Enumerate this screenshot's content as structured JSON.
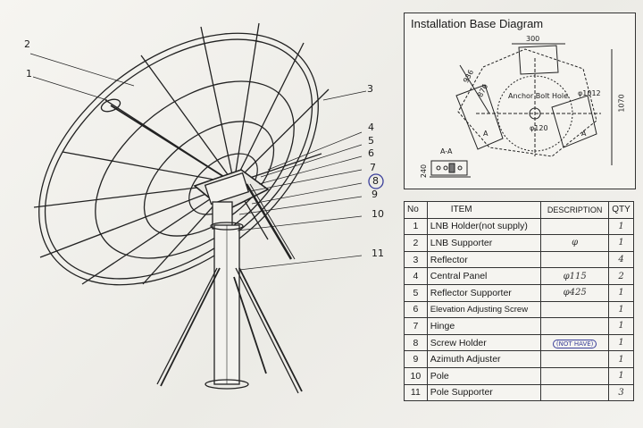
{
  "callouts": [
    "1",
    "2",
    "3",
    "4",
    "5",
    "6",
    "7",
    "8",
    "9",
    "10",
    "11"
  ],
  "base_diagram": {
    "title": "Installation Base Diagram",
    "dim_top": "300",
    "dim_936": "936",
    "dim_876": "876",
    "anchor_label": "Anchor Bolt Hole",
    "dim_1012": "φ1012",
    "dim_1070": "1070",
    "dim_120": "φ120",
    "section_label": "A-A",
    "dim_240": "240",
    "a_left": "A",
    "a_right": "A"
  },
  "parts_table": {
    "headers": {
      "no": "No",
      "item": "ITEM",
      "desc": "DESCRIPTION",
      "qty": "QTY"
    },
    "rows": [
      {
        "no": "1",
        "item": "LNB Holder(not supply)",
        "desc": "",
        "qty": "1"
      },
      {
        "no": "2",
        "item": "LNB Supporter",
        "desc": "φ",
        "qty": "1"
      },
      {
        "no": "3",
        "item": "Reflector",
        "desc": "",
        "qty": "4"
      },
      {
        "no": "4",
        "item": "Central Panel",
        "desc": "φ115",
        "qty": "2"
      },
      {
        "no": "5",
        "item": "Reflector Supporter",
        "desc": "φ425",
        "qty": "1"
      },
      {
        "no": "6",
        "item": "Elevation Adjusting Screw",
        "desc": "",
        "qty": "1"
      },
      {
        "no": "7",
        "item": "Hinge",
        "desc": "",
        "qty": "1"
      },
      {
        "no": "8",
        "item": "Screw Holder",
        "desc": "(NOT HAVE)",
        "qty": "1"
      },
      {
        "no": "9",
        "item": "Azimuth Adjuster",
        "desc": "",
        "qty": "1"
      },
      {
        "no": "10",
        "item": "Pole",
        "desc": "",
        "qty": "1"
      },
      {
        "no": "11",
        "item": "Pole Supporter",
        "desc": "",
        "qty": "3"
      }
    ]
  }
}
